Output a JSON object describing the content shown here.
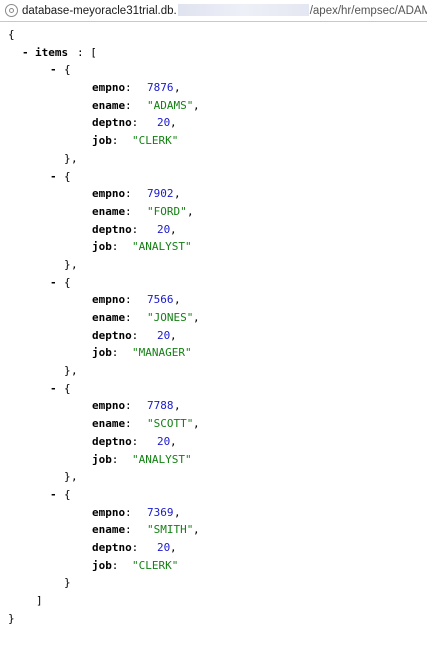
{
  "address_bar": {
    "host_prefix": "database-meyoracle31trial.db.",
    "path": "/apex/hr/empsec/ADAMS"
  },
  "json_view": {
    "open_brace": "{",
    "close_brace": "}",
    "collapse_toggle": "-",
    "items_key": "items",
    "items_open": ": [",
    "items_close": "]",
    "fields": [
      "empno",
      "ename",
      "deptno",
      "job"
    ],
    "items": [
      {
        "empno": "7876",
        "ename": "\"ADAMS\"",
        "deptno": "20",
        "job": "\"CLERK\""
      },
      {
        "empno": "7902",
        "ename": "\"FORD\"",
        "deptno": "20",
        "job": "\"ANALYST\""
      },
      {
        "empno": "7566",
        "ename": "\"JONES\"",
        "deptno": "20",
        "job": "\"MANAGER\""
      },
      {
        "empno": "7788",
        "ename": "\"SCOTT\"",
        "deptno": "20",
        "job": "\"ANALYST\""
      },
      {
        "empno": "7369",
        "ename": "\"SMITH\"",
        "deptno": "20",
        "job": "\"CLERK\""
      }
    ]
  }
}
